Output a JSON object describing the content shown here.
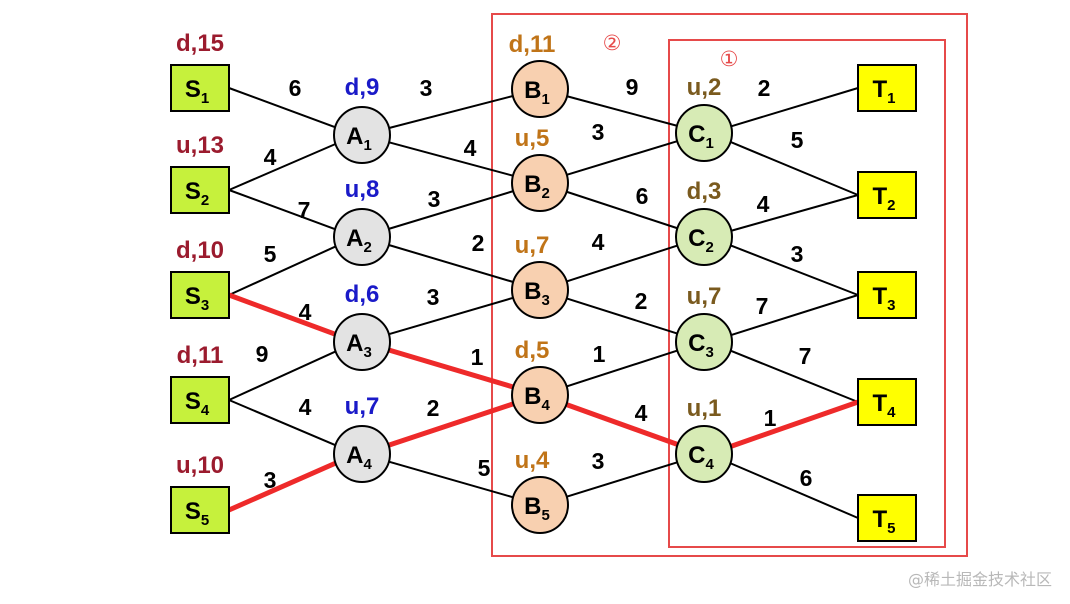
{
  "colors": {
    "edge": "#000000",
    "path": "#ee2a2a",
    "box_outline": "#e64a4a",
    "label_s": "#9b1b2e",
    "label_a": "#1a1ac8",
    "label_b": "#c07418",
    "label_c": "#7a5a1e",
    "node_s": "#c6f13c",
    "node_a": "#e3e3e3",
    "node_b": "#f8d0b0",
    "node_c": "#d7ebb5",
    "node_t": "#ffff00"
  },
  "boxes": [
    {
      "id": "outer",
      "text": "②"
    },
    {
      "id": "inner",
      "text": "①"
    }
  ],
  "nodes": [
    {
      "id": "S1",
      "kind": "s",
      "letter": "S",
      "sub": "1",
      "label": "d,15"
    },
    {
      "id": "S2",
      "kind": "s",
      "letter": "S",
      "sub": "2",
      "label": "u,13"
    },
    {
      "id": "S3",
      "kind": "s",
      "letter": "S",
      "sub": "3",
      "label": "d,10"
    },
    {
      "id": "S4",
      "kind": "s",
      "letter": "S",
      "sub": "4",
      "label": "d,11"
    },
    {
      "id": "S5",
      "kind": "s",
      "letter": "S",
      "sub": "5",
      "label": "u,10"
    },
    {
      "id": "A1",
      "kind": "a",
      "letter": "A",
      "sub": "1",
      "label": "d,9"
    },
    {
      "id": "A2",
      "kind": "a",
      "letter": "A",
      "sub": "2",
      "label": "u,8"
    },
    {
      "id": "A3",
      "kind": "a",
      "letter": "A",
      "sub": "3",
      "label": "d,6"
    },
    {
      "id": "A4",
      "kind": "a",
      "letter": "A",
      "sub": "4",
      "label": "u,7"
    },
    {
      "id": "B1",
      "kind": "b",
      "letter": "B",
      "sub": "1",
      "label": "d,11"
    },
    {
      "id": "B2",
      "kind": "b",
      "letter": "B",
      "sub": "2",
      "label": "u,5"
    },
    {
      "id": "B3",
      "kind": "b",
      "letter": "B",
      "sub": "3",
      "label": "u,7"
    },
    {
      "id": "B4",
      "kind": "b",
      "letter": "B",
      "sub": "4",
      "label": "d,5"
    },
    {
      "id": "B5",
      "kind": "b",
      "letter": "B",
      "sub": "5",
      "label": "u,4"
    },
    {
      "id": "C1",
      "kind": "c",
      "letter": "C",
      "sub": "1",
      "label": "u,2"
    },
    {
      "id": "C2",
      "kind": "c",
      "letter": "C",
      "sub": "2",
      "label": "d,3"
    },
    {
      "id": "C3",
      "kind": "c",
      "letter": "C",
      "sub": "3",
      "label": "u,7"
    },
    {
      "id": "C4",
      "kind": "c",
      "letter": "C",
      "sub": "4",
      "label": "u,1"
    },
    {
      "id": "T1",
      "kind": "t",
      "letter": "T",
      "sub": "1",
      "label": ""
    },
    {
      "id": "T2",
      "kind": "t",
      "letter": "T",
      "sub": "2",
      "label": ""
    },
    {
      "id": "T3",
      "kind": "t",
      "letter": "T",
      "sub": "3",
      "label": ""
    },
    {
      "id": "T4",
      "kind": "t",
      "letter": "T",
      "sub": "4",
      "label": ""
    },
    {
      "id": "T5",
      "kind": "t",
      "letter": "T",
      "sub": "5",
      "label": ""
    }
  ],
  "edges": [
    {
      "from": "S1",
      "to": "A1",
      "w": "6",
      "path": false
    },
    {
      "from": "S2",
      "to": "A1",
      "w": "4",
      "path": false
    },
    {
      "from": "S2",
      "to": "A2",
      "w": "7",
      "path": false
    },
    {
      "from": "S3",
      "to": "A2",
      "w": "5",
      "path": false
    },
    {
      "from": "S3",
      "to": "A3",
      "w": "4",
      "path": true
    },
    {
      "from": "S4",
      "to": "A3",
      "w": "9",
      "path": false
    },
    {
      "from": "S4",
      "to": "A4",
      "w": "4",
      "path": false
    },
    {
      "from": "S5",
      "to": "A4",
      "w": "3",
      "path": true
    },
    {
      "from": "A1",
      "to": "B1",
      "w": "3",
      "path": false
    },
    {
      "from": "A1",
      "to": "B2",
      "w": "4",
      "path": false
    },
    {
      "from": "A2",
      "to": "B2",
      "w": "3",
      "path": false
    },
    {
      "from": "A2",
      "to": "B3",
      "w": "2",
      "path": false
    },
    {
      "from": "A3",
      "to": "B3",
      "w": "3",
      "path": false
    },
    {
      "from": "A3",
      "to": "B4",
      "w": "1",
      "path": true
    },
    {
      "from": "A4",
      "to": "B4",
      "w": "2",
      "path": true
    },
    {
      "from": "A4",
      "to": "B5",
      "w": "5",
      "path": false
    },
    {
      "from": "B1",
      "to": "C1",
      "w": "9",
      "path": false
    },
    {
      "from": "B2",
      "to": "C1",
      "w": "3",
      "path": false
    },
    {
      "from": "B2",
      "to": "C2",
      "w": "6",
      "path": false
    },
    {
      "from": "B3",
      "to": "C2",
      "w": "4",
      "path": false
    },
    {
      "from": "B3",
      "to": "C3",
      "w": "2",
      "path": false
    },
    {
      "from": "B4",
      "to": "C3",
      "w": "1",
      "path": false
    },
    {
      "from": "B4",
      "to": "C4",
      "w": "4",
      "path": true
    },
    {
      "from": "B5",
      "to": "C4",
      "w": "3",
      "path": false
    },
    {
      "from": "C1",
      "to": "T1",
      "w": "2",
      "path": false
    },
    {
      "from": "C1",
      "to": "T2",
      "w": "5",
      "path": false
    },
    {
      "from": "C2",
      "to": "T2",
      "w": "4",
      "path": false
    },
    {
      "from": "C2",
      "to": "T3",
      "w": "3",
      "path": false
    },
    {
      "from": "C3",
      "to": "T3",
      "w": "7",
      "path": false
    },
    {
      "from": "C3",
      "to": "T4",
      "w": "7",
      "path": false
    },
    {
      "from": "C4",
      "to": "T4",
      "w": "1",
      "path": true
    },
    {
      "from": "C4",
      "to": "T5",
      "w": "6",
      "path": false
    }
  ],
  "watermark": "@稀土掘金技术社区"
}
